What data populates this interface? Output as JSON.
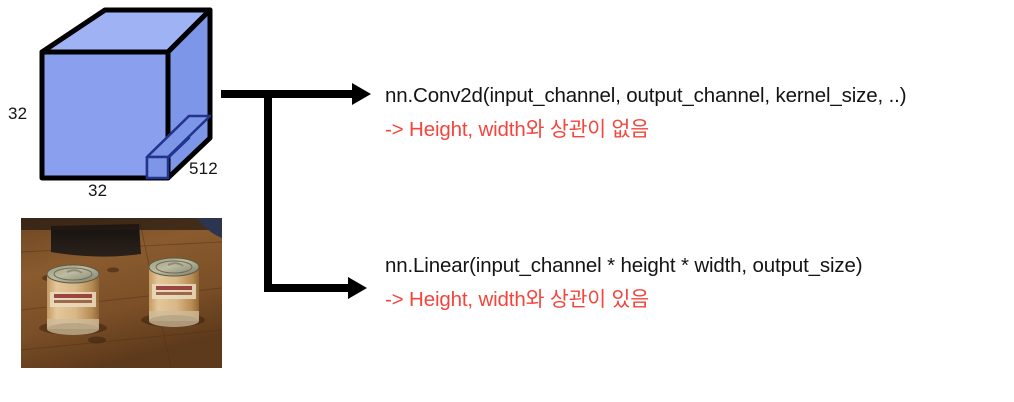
{
  "diagram": {
    "title": "Conv2d vs Linear layer input shape dependency",
    "tensor_cube": {
      "name": "feature-map-cube",
      "height_label": "32",
      "width_label": "32",
      "depth_label": "512",
      "face_color": "#8AA0EE",
      "top_color": "#9FB2F4",
      "side_color": "#7E96E8",
      "slab_color": "#6E88E0",
      "outline_color": "#000000",
      "slab_outline_color": "#23348C"
    },
    "photo": {
      "name": "input-image-photo",
      "description": "Two cans of beans on a wooden table",
      "alt": "photo of two tin cans of beans on a wooden table"
    },
    "connector": {
      "name": "branching-arrow",
      "color": "#000000",
      "branches": 2
    },
    "branches": [
      {
        "id": "conv2d",
        "code": "nn.Conv2d(input_channel, output_channel, kernel_size, ..)",
        "note": "-> Height, width와 상관이 없음",
        "note_color": "#F4453C"
      },
      {
        "id": "linear",
        "code": "nn.Linear(input_channel * height * width, output_size)",
        "note": "-> Height, width와 상관이 있음",
        "note_color": "#F4453C"
      }
    ]
  }
}
